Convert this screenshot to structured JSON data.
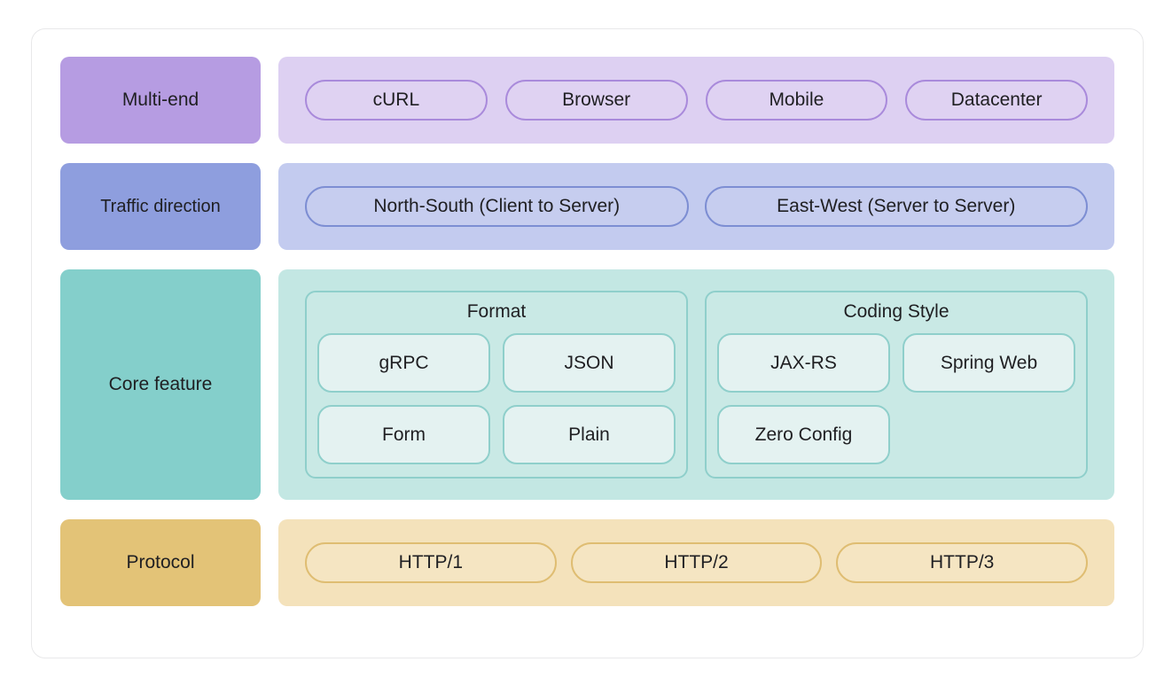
{
  "diagram": {
    "rows": [
      {
        "label": "Multi-end",
        "label_color": "#b69ce2",
        "panel_color": "#ddd0f2",
        "items": [
          "cURL",
          "Browser",
          "Mobile",
          "Datacenter"
        ]
      },
      {
        "label": "Traffic direction",
        "label_color": "#8e9ede",
        "panel_color": "#c3cbef",
        "items": [
          "North-South (Client to Server)",
          "East-West (Server to Server)"
        ]
      },
      {
        "label": "Core feature",
        "label_color": "#84cfcb",
        "panel_color": "#c3e7e3",
        "groups": [
          {
            "title": "Format",
            "rows": [
              [
                "gRPC",
                "JSON"
              ],
              [
                "Form",
                "Plain"
              ]
            ]
          },
          {
            "title": "Coding Style",
            "rows": [
              [
                "JAX-RS",
                "Spring Web"
              ],
              [
                "Zero Config"
              ]
            ]
          }
        ]
      },
      {
        "label": "Protocol",
        "label_color": "#e3c377",
        "panel_color": "#f4e2bb",
        "items": [
          "HTTP/1",
          "HTTP/2",
          "HTTP/3"
        ]
      }
    ]
  }
}
